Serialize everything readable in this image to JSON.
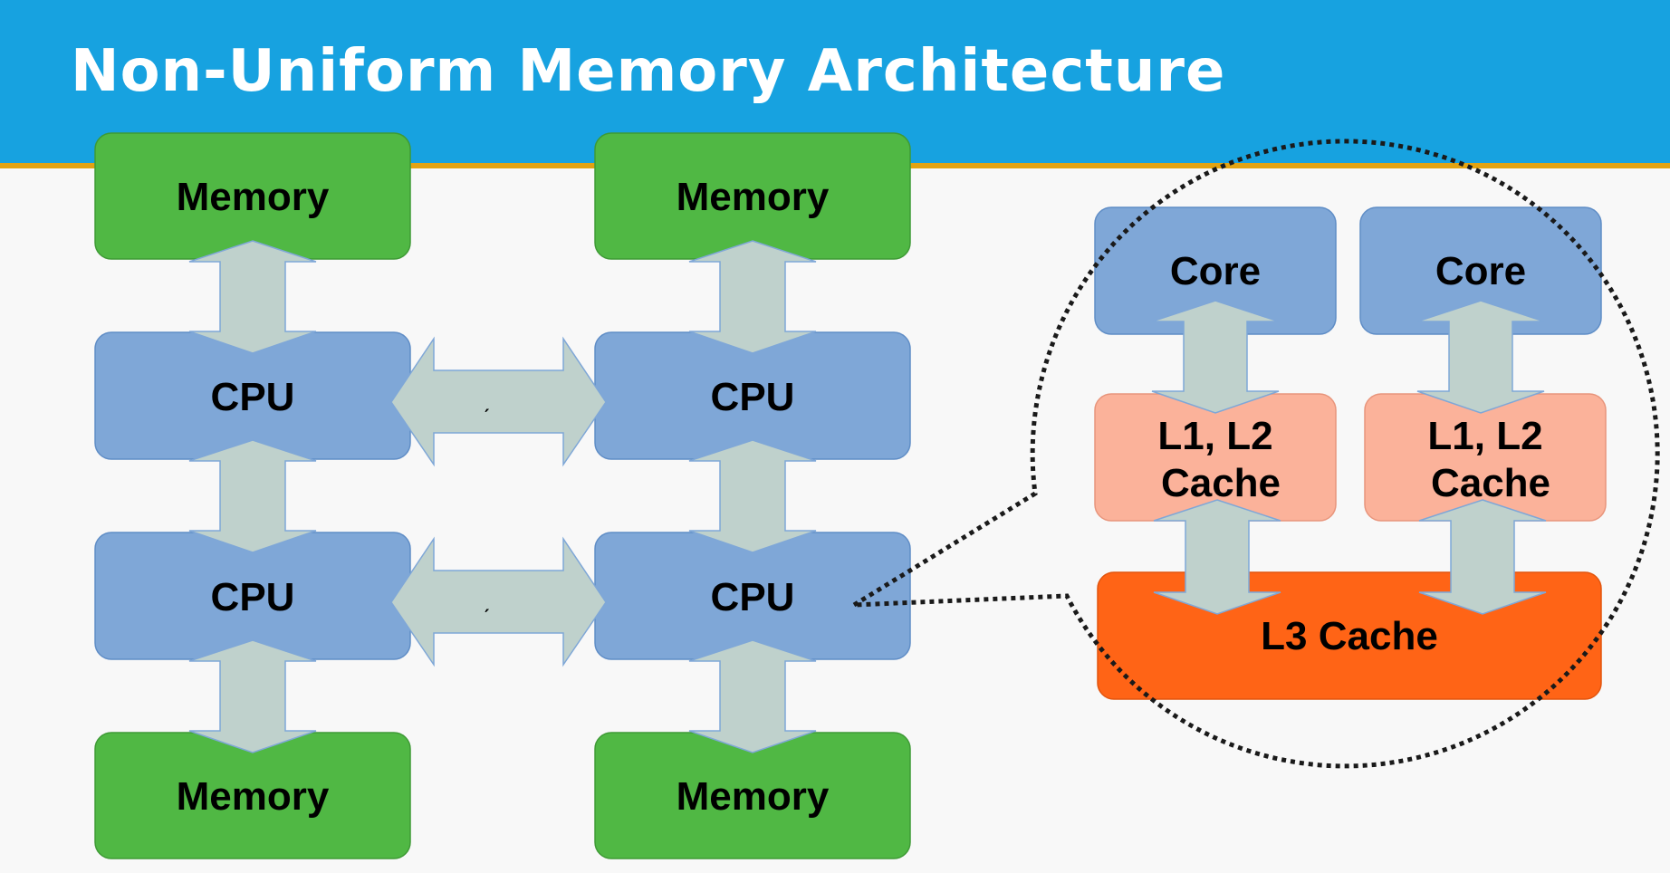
{
  "slide": {
    "title": "Non-Uniform Memory Architecture"
  },
  "numa": {
    "memory_label": "Memory",
    "cpu_label": "CPU",
    "interconnect_mark": "ˏ"
  },
  "cpu_detail": {
    "core_label": "Core",
    "l1l2_line1": "L1, L2",
    "l1l2_line2": "Cache",
    "l3_label": "L3 Cache"
  },
  "colors": {
    "header": "#17a2e0",
    "stripe": "#e2a313",
    "memory": "#50b844",
    "cpu": "#7fa7d7",
    "arrow": "#bfd1cc",
    "l1l2": "#fbb29a",
    "l3": "#ff6416"
  }
}
